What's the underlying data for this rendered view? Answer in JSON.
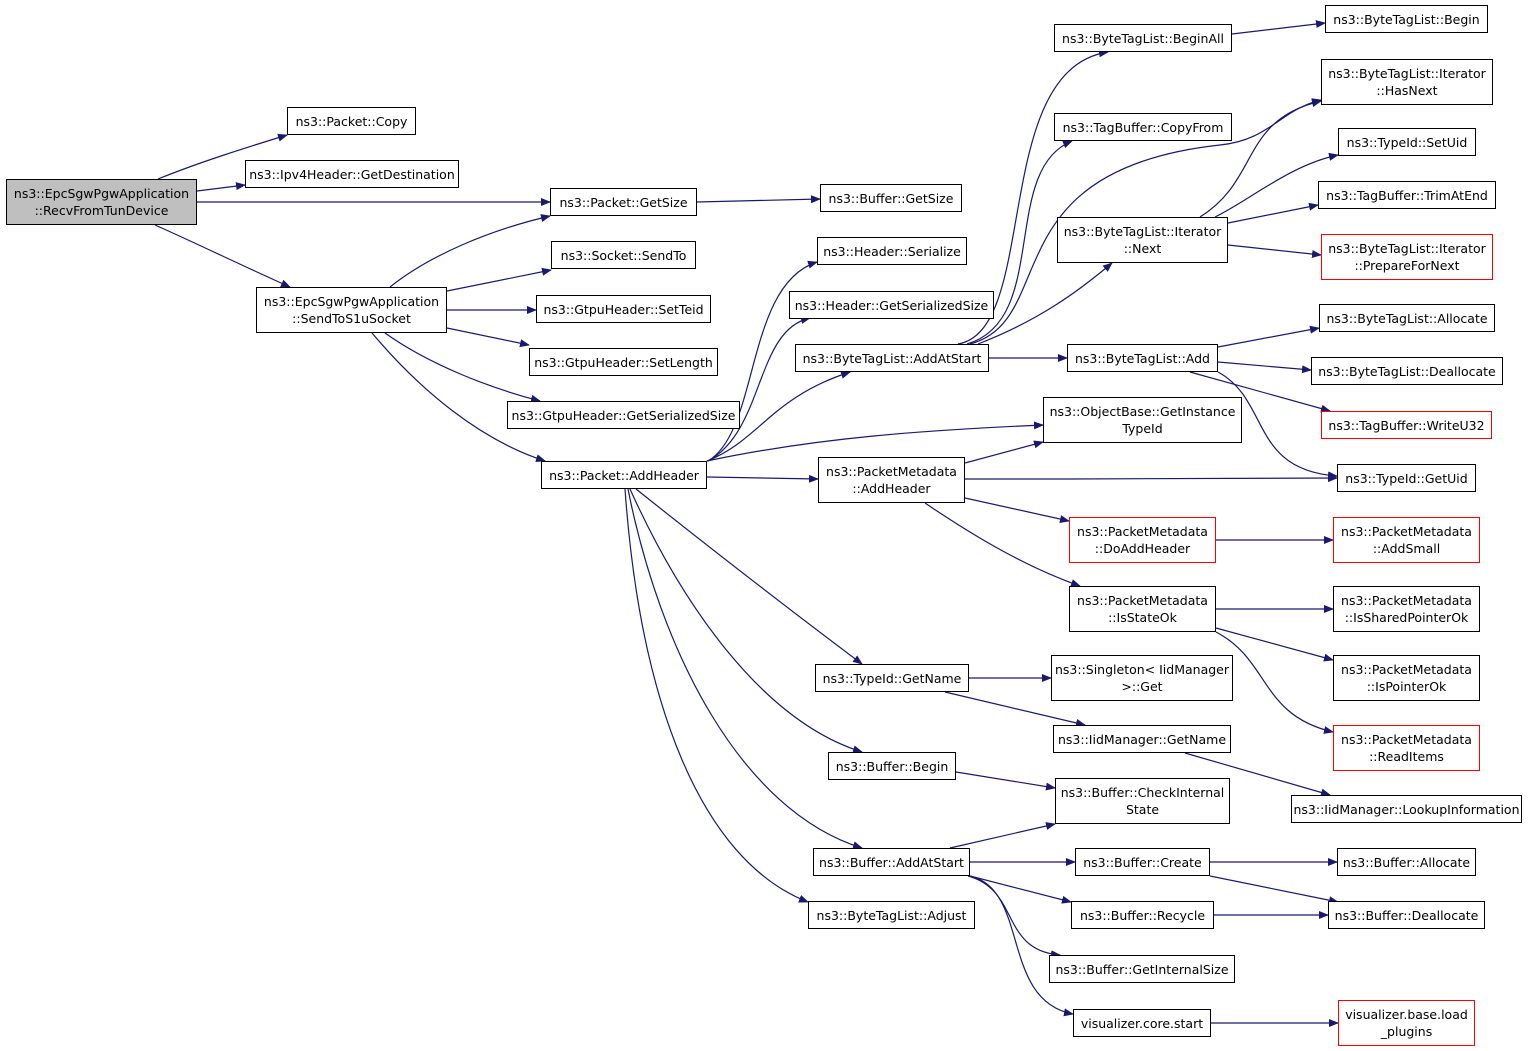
{
  "diagram": {
    "colors": {
      "edge": "#191970",
      "node_border": "#000000",
      "truncated_border": "#ff0000",
      "root_fill": "#bfbfbf",
      "node_fill": "#ffffff"
    },
    "nodes": {
      "n_root": "ns3::EpcSgwPgwApplication\n::RecvFromTunDevice",
      "n_pcopy": "ns3::Packet::Copy",
      "n_ipv4": "ns3::Ipv4Header::GetDestination",
      "n_pgetsize": "ns3::Packet::GetSize",
      "n_sends1u": "ns3::EpcSgwPgwApplication\n::SendToS1uSocket",
      "n_sendto": "ns3::Socket::SendTo",
      "n_setteid": "ns3::GtpuHeader::SetTeid",
      "n_setlength": "ns3::GtpuHeader::SetLength",
      "n_gtpuser": "ns3::GtpuHeader::GetSerializedSize",
      "n_paddheader": "ns3::Packet::AddHeader",
      "n_bgetsize": "ns3::Buffer::GetSize",
      "n_hserialize": "ns3::Header::Serialize",
      "n_hgetser": "ns3::Header::GetSerializedSize",
      "n_btladdatstart": "ns3::ByteTagList::AddAtStart",
      "n_pmaddheader": "ns3::PacketMetadata\n::AddHeader",
      "n_tidgetname": "ns3::TypeId::GetName",
      "n_bbegin": "ns3::Buffer::Begin",
      "n_baddatstart": "ns3::Buffer::AddAtStart",
      "n_btladjust": "ns3::ByteTagList::Adjust",
      "n_btlbeginall": "ns3::ByteTagList::BeginAll",
      "n_tbcopyfrom": "ns3::TagBuffer::CopyFrom",
      "n_btlitnext": "ns3::ByteTagList::Iterator\n::Next",
      "n_btladd": "ns3::ByteTagList::Add",
      "n_objgetinst": "ns3::ObjectBase::GetInstance\nTypeId",
      "n_pmdoadd": "ns3::PacketMetadata\n::DoAddHeader",
      "n_pmstateok": "ns3::PacketMetadata\n::IsStateOk",
      "n_singleton": "ns3::Singleton< IidManager\n>::Get",
      "n_iidgetname": "ns3::IidManager::GetName",
      "n_bcheck": "ns3::Buffer::CheckInternal\nState",
      "n_bcreate": "ns3::Buffer::Create",
      "n_brecycle": "ns3::Buffer::Recycle",
      "n_bgetint": "ns3::Buffer::GetInternalSize",
      "n_viscore": "visualizer.core.start",
      "n_btlbegin": "ns3::ByteTagList::Begin",
      "n_btlithasnext": "ns3::ByteTagList::Iterator\n::HasNext",
      "n_tidsetuid": "ns3::TypeId::SetUid",
      "n_tbtrim": "ns3::TagBuffer::TrimAtEnd",
      "n_btlitprep": "ns3::ByteTagList::Iterator\n::PrepareForNext",
      "n_btlalloc": "ns3::ByteTagList::Allocate",
      "n_btldealloc": "ns3::ByteTagList::Deallocate",
      "n_tbwrite": "ns3::TagBuffer::WriteU32",
      "n_tidgetuid": "ns3::TypeId::GetUid",
      "n_pmaddsmall": "ns3::PacketMetadata\n::AddSmall",
      "n_pmshared": "ns3::PacketMetadata\n::IsSharedPointerOk",
      "n_pmpointer": "ns3::PacketMetadata\n::IsPointerOk",
      "n_pmread": "ns3::PacketMetadata\n::ReadItems",
      "n_iidlookup": "ns3::IidManager::LookupInformation",
      "n_balloc": "ns3::Buffer::Allocate",
      "n_bdealloc": "ns3::Buffer::Deallocate",
      "n_visplugins": "visualizer.base.load\n_plugins"
    }
  }
}
